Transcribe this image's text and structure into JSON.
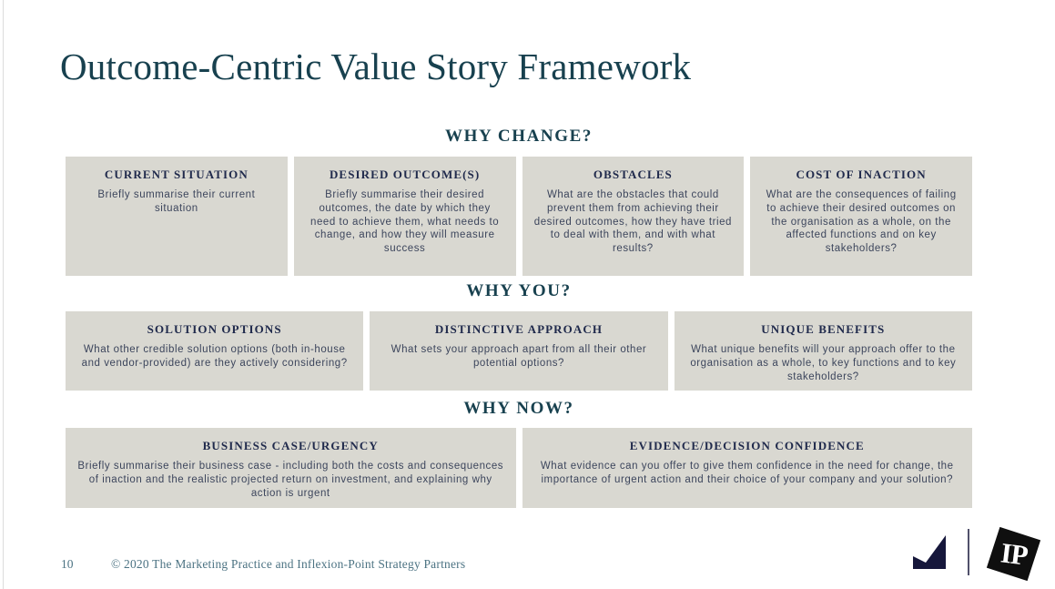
{
  "slide": {
    "title": "Outcome-Centric Value Story Framework",
    "sections": [
      {
        "heading": "WHY CHANGE?",
        "boxes": [
          {
            "title": "CURRENT SITUATION",
            "body": "Briefly summarise their current situation"
          },
          {
            "title": "DESIRED OUTCOME(S)",
            "body": "Briefly summarise their desired outcomes, the date by which they need to achieve them, what needs to change, and how they will measure success"
          },
          {
            "title": "OBSTACLES",
            "body": "What are the obstacles that could prevent them from achieving their desired outcomes, how they have tried to deal with them, and with what results?"
          },
          {
            "title": "COST OF INACTION",
            "body": "What are the consequences of failing to achieve their desired outcomes on the organisation as a whole, on the affected functions and on key stakeholders?"
          }
        ]
      },
      {
        "heading": "WHY YOU?",
        "boxes": [
          {
            "title": "SOLUTION OPTIONS",
            "body": "What other credible solution options (both in-house and vendor-provided) are they actively considering?"
          },
          {
            "title": "DISTINCTIVE APPROACH",
            "body": "What sets your approach apart from all their other potential options?"
          },
          {
            "title": "UNIQUE BENEFITS",
            "body": "What unique benefits will your approach offer to the organisation as a whole, to key functions and to key stakeholders?"
          }
        ]
      },
      {
        "heading": "WHY NOW?",
        "boxes": [
          {
            "title": "BUSINESS CASE/URGENCY",
            "body": "Briefly summarise their business case - including both the costs and consequences of inaction and the realistic projected return on investment, and explaining why action is urgent"
          },
          {
            "title": "EVIDENCE/DECISION CONFIDENCE",
            "body": "What evidence can you offer to give them confidence in the need for change, the importance of urgent action and their choice of your company and your solution?"
          }
        ]
      }
    ],
    "footer": {
      "page_number": "10",
      "copyright": "© 2020 The Marketing Practice and Inflexion-Point Strategy Partners",
      "ip_logo_text": "IP"
    },
    "colors": {
      "title_teal": "#18414f",
      "box_background": "#d9d8d1",
      "box_title_navy": "#202a4c",
      "box_body_text": "#3c455c",
      "footer_slate": "#4c7383",
      "checkmark_navy": "#16173b",
      "ip_logo_black": "#0f0f0f"
    }
  }
}
